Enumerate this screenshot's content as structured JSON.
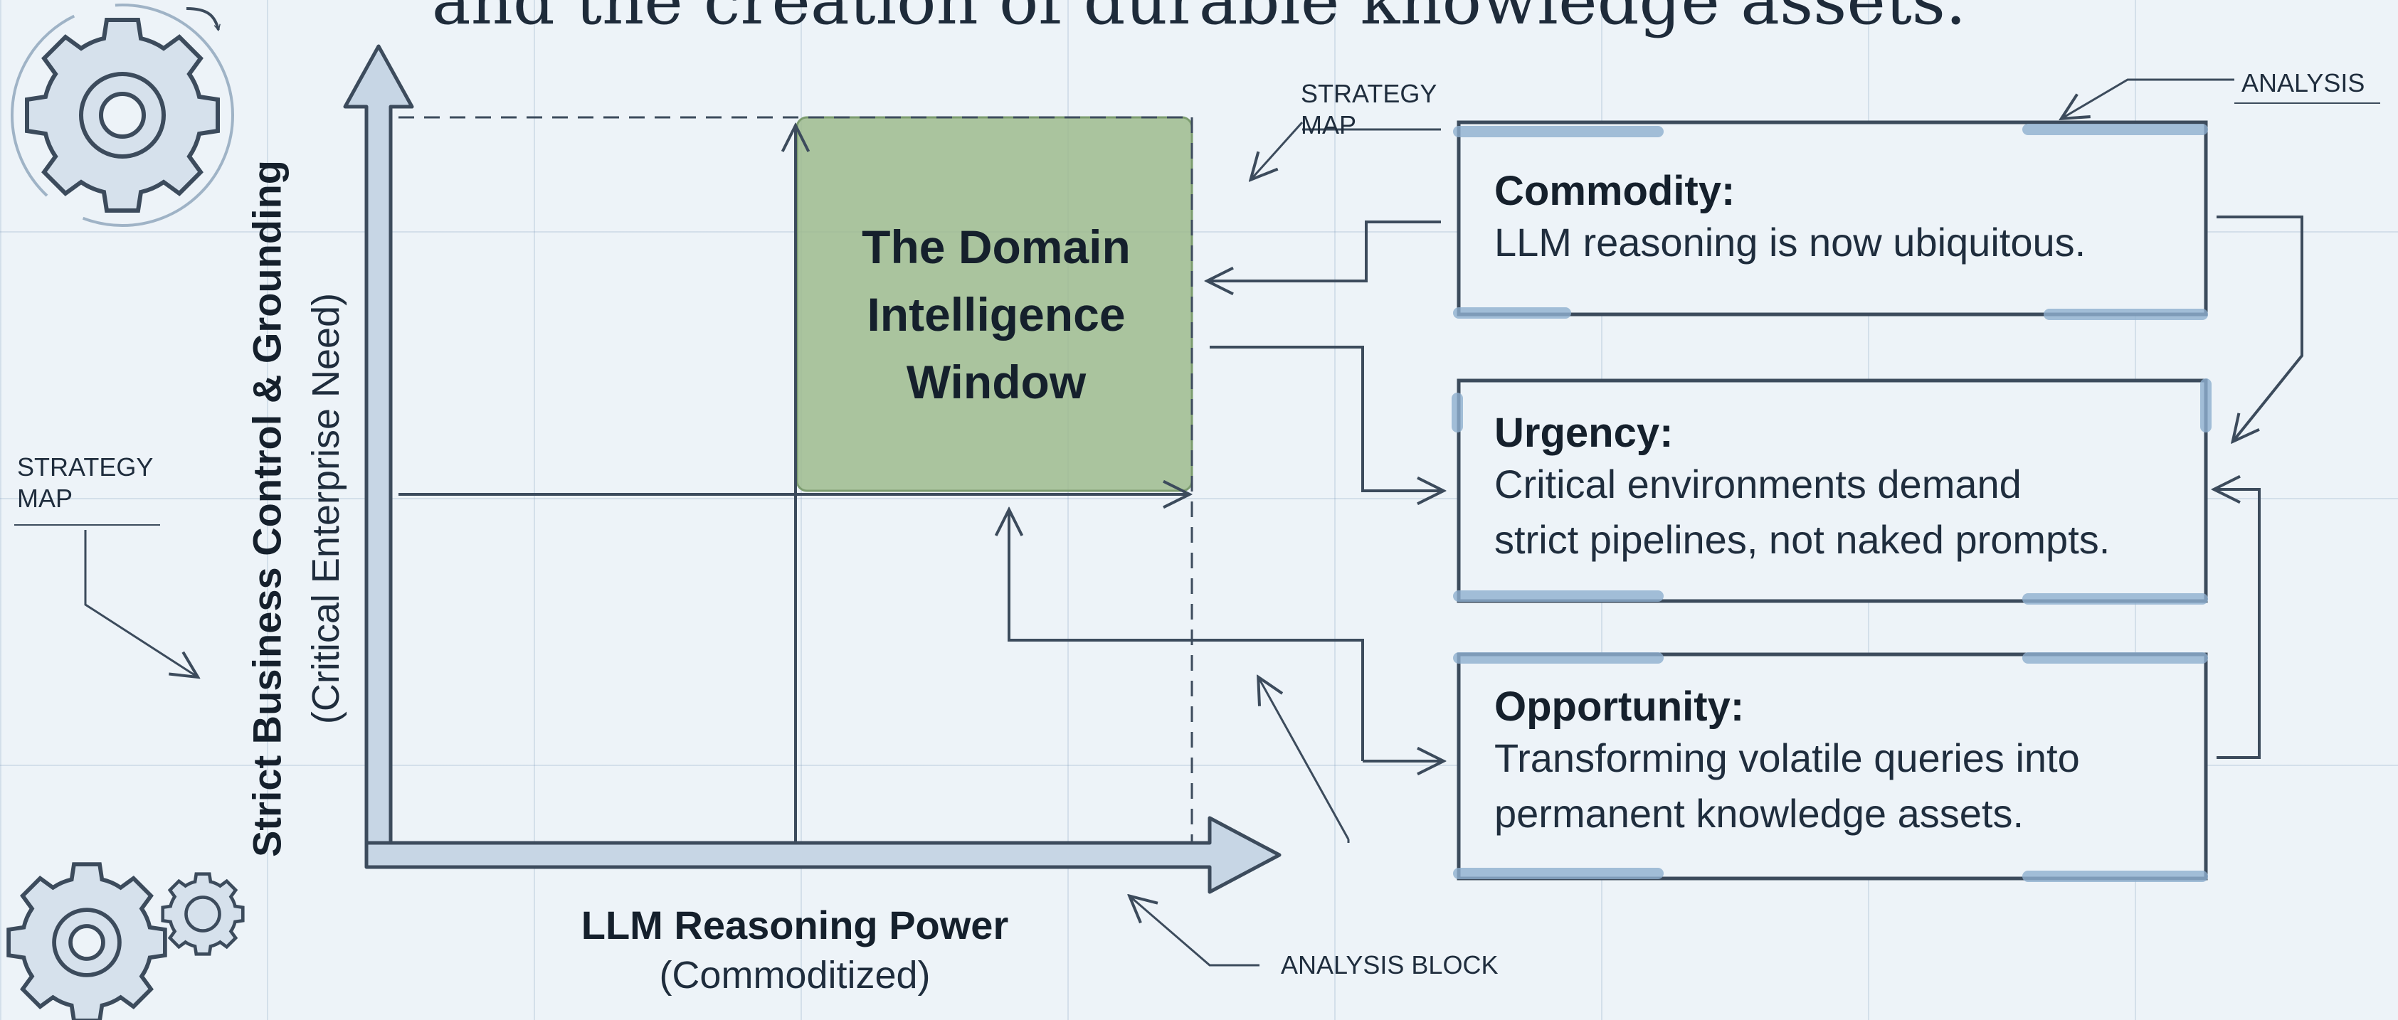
{
  "header": {
    "title": "and the creation of durable knowledge assets."
  },
  "matrix": {
    "highlight_label_lines": [
      "The Domain",
      "Intelligence",
      "Window"
    ],
    "y_axis": {
      "label": "Strict Business Control & Grounding",
      "sublabel": "(Critical Enterprise Need)"
    },
    "x_axis": {
      "label": "LLM Reasoning Power",
      "sublabel": "(Commoditized)"
    }
  },
  "annotations": {
    "strategy_map_top": [
      "STRATEGY",
      "MAP"
    ],
    "strategy_map_left": [
      "STRATEGY",
      "MAP"
    ],
    "analysis_top": "ANALYSIS",
    "analysis_block": "ANALYSIS BLOCK"
  },
  "cards": [
    {
      "title": "Commodity:",
      "lines": [
        "LLM reasoning is now ubiquitous."
      ]
    },
    {
      "title": "Urgency:",
      "lines": [
        "Critical environments demand",
        "strict pipelines, not naked prompts."
      ]
    },
    {
      "title": "Opportunity:",
      "lines": [
        "Transforming volatile queries into",
        "permanent knowledge assets."
      ]
    }
  ],
  "colors": {
    "highlight_fill": "#9dbb8e",
    "ink": "#3c4b5c",
    "card_accent": "#8fb0cf",
    "background": "#edf3f8"
  },
  "icons": [
    "gear-icon",
    "gear-icon",
    "gear-icon"
  ]
}
